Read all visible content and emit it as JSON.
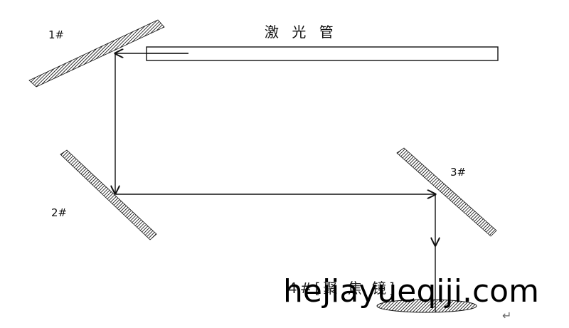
{
  "diagram": {
    "laser_tube_label": "激 光 管",
    "mirrors": {
      "m1": "1#",
      "m2": "2#",
      "m3": "3#"
    },
    "focus_lens_label": "4#[聚 焦 镜]",
    "watermark": "hejiayueqiji.com",
    "return_mark": "↵"
  }
}
